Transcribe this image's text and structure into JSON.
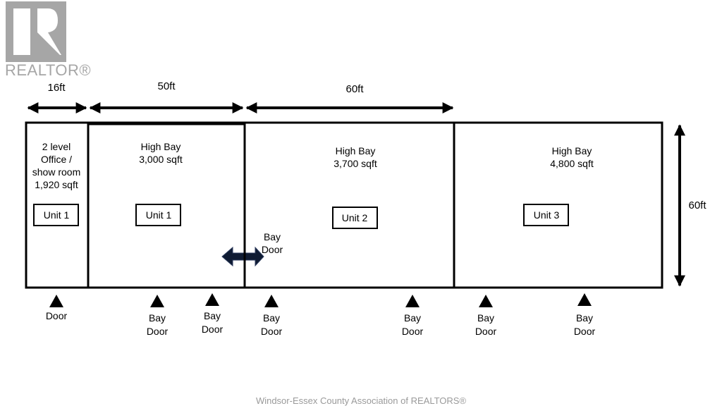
{
  "logo": {
    "text": "REALTOR®"
  },
  "dimensions": {
    "office_width": "16ft",
    "unit1_width": "50ft",
    "unit2_width": "60ft",
    "depth": "60ft"
  },
  "rooms": {
    "office": {
      "lines": [
        "2 level",
        "Office /",
        "show room",
        "1,920 sqft"
      ],
      "unit": "Unit 1"
    },
    "unit1": {
      "title": "High Bay",
      "area": "3,000 sqft",
      "unit": "Unit 1"
    },
    "unit2": {
      "title": "High Bay",
      "area": "3,700 sqft",
      "unit": "Unit 2"
    },
    "unit3": {
      "title": "High Bay",
      "area": "4,800 sqft",
      "unit": "Unit 3"
    }
  },
  "interior_door": {
    "line1": "Bay",
    "line2": "Door"
  },
  "doors": [
    {
      "line1": "Door"
    },
    {
      "line1": "Bay",
      "line2": "Door"
    },
    {
      "line1": "Bay",
      "line2": "Door"
    },
    {
      "line1": "Bay",
      "line2": "Door"
    },
    {
      "line1": "Bay",
      "line2": "Door"
    },
    {
      "line1": "Bay",
      "line2": "Door"
    },
    {
      "line1": "Bay",
      "line2": "Door"
    }
  ],
  "watermark": "Windsor-Essex County Association of REALTORS®",
  "colors": {
    "logo": "#a6a6a6",
    "interior_arrow": "#0f1b33"
  }
}
